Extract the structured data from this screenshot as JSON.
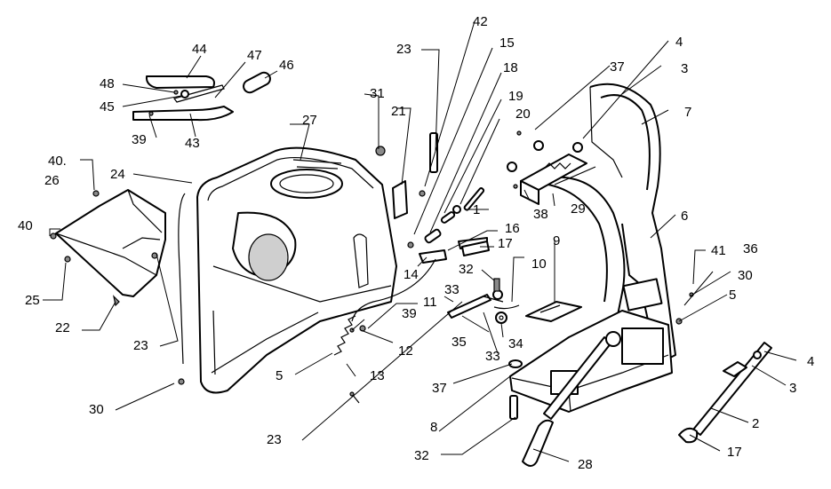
{
  "callouts": [
    {
      "id": "c1",
      "text": "44"
    },
    {
      "id": "c2",
      "text": "47"
    },
    {
      "id": "c3",
      "text": "46"
    },
    {
      "id": "c4",
      "text": "48"
    },
    {
      "id": "c5",
      "text": "45"
    },
    {
      "id": "c6",
      "text": "39"
    },
    {
      "id": "c7",
      "text": "43"
    },
    {
      "id": "c8",
      "text": "31"
    },
    {
      "id": "c9",
      "text": "27"
    },
    {
      "id": "c10",
      "text": "21"
    },
    {
      "id": "c11",
      "text": "23"
    },
    {
      "id": "c12",
      "text": "42"
    },
    {
      "id": "c13",
      "text": "15"
    },
    {
      "id": "c14",
      "text": "18"
    },
    {
      "id": "c15",
      "text": "19"
    },
    {
      "id": "c16",
      "text": "20"
    },
    {
      "id": "c17",
      "text": "1"
    },
    {
      "id": "c18",
      "text": "16"
    },
    {
      "id": "c19",
      "text": "17"
    },
    {
      "id": "c20",
      "text": "14"
    },
    {
      "id": "c21",
      "text": "40."
    },
    {
      "id": "c22",
      "text": "24"
    },
    {
      "id": "c23",
      "text": "26"
    },
    {
      "id": "c24",
      "text": "40"
    },
    {
      "id": "c25",
      "text": "25"
    },
    {
      "id": "c26",
      "text": "22"
    },
    {
      "id": "c27",
      "text": "23"
    },
    {
      "id": "c28",
      "text": "30"
    },
    {
      "id": "c29",
      "text": "11"
    },
    {
      "id": "c30",
      "text": "39"
    },
    {
      "id": "c31",
      "text": "12"
    },
    {
      "id": "c32",
      "text": "5"
    },
    {
      "id": "c33",
      "text": "13"
    },
    {
      "id": "c34",
      "text": "23"
    },
    {
      "id": "c35",
      "text": "33"
    },
    {
      "id": "c36",
      "text": "35"
    },
    {
      "id": "c37",
      "text": "33"
    },
    {
      "id": "c38",
      "text": "34"
    },
    {
      "id": "c39",
      "text": "32"
    },
    {
      "id": "c40",
      "text": "10"
    },
    {
      "id": "c41",
      "text": "9"
    },
    {
      "id": "c42",
      "text": "37"
    },
    {
      "id": "c43",
      "text": "8"
    },
    {
      "id": "c44",
      "text": "32"
    },
    {
      "id": "c45",
      "text": "28"
    },
    {
      "id": "c46",
      "text": "37"
    },
    {
      "id": "c47",
      "text": "38"
    },
    {
      "id": "c48",
      "text": "29"
    },
    {
      "id": "c49",
      "text": "4"
    },
    {
      "id": "c50",
      "text": "3"
    },
    {
      "id": "c51",
      "text": "7"
    },
    {
      "id": "c52",
      "text": "6"
    },
    {
      "id": "c53",
      "text": "41"
    },
    {
      "id": "c54",
      "text": "36"
    },
    {
      "id": "c55",
      "text": "30"
    },
    {
      "id": "c56",
      "text": "5"
    },
    {
      "id": "c57",
      "text": "4"
    },
    {
      "id": "c58",
      "text": "3"
    },
    {
      "id": "c59",
      "text": "2"
    },
    {
      "id": "c60",
      "text": "17"
    }
  ]
}
